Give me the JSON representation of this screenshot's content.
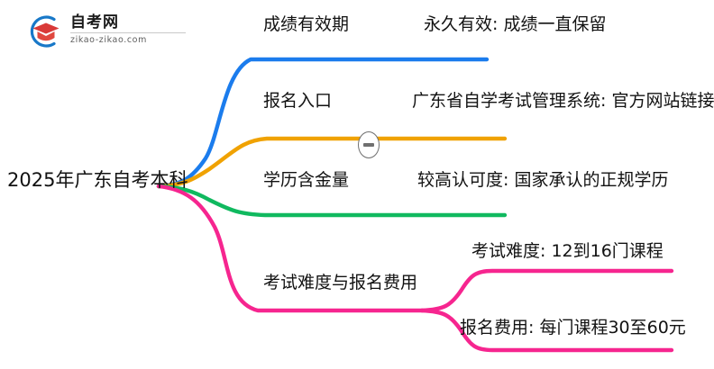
{
  "logo": {
    "title": "自考网",
    "domain": "zikao-zikao.com",
    "mark_icon": "graduation-cap-in-circle-icon",
    "arc_color": "#1878c8",
    "cap_color": "#d93a38"
  },
  "mindmap": {
    "root": {
      "label": "2025年广东自考本科"
    },
    "branches": [
      {
        "id": "score-validity",
        "label": "成绩有效期",
        "color": "#1b7ced",
        "leaves": [
          {
            "id": "score-validity-detail",
            "label": "永久有效: 成绩一直保留"
          }
        ]
      },
      {
        "id": "registration-entry",
        "label": "报名入口",
        "color": "#f0a202",
        "leaves": [
          {
            "id": "registration-entry-detail",
            "label": "广东省自学考试管理系统: 官方网站链接"
          }
        ]
      },
      {
        "id": "degree-value",
        "label": "学历含金量",
        "color": "#10b95f",
        "leaves": [
          {
            "id": "degree-value-detail",
            "label": "较高认可度: 国家承认的正规学历"
          }
        ]
      },
      {
        "id": "difficulty-and-fee",
        "label": "考试难度与报名费用",
        "color": "#f6258f",
        "leaves": [
          {
            "id": "exam-difficulty-detail",
            "label": "考试难度: 12到16门课程"
          },
          {
            "id": "registration-fee-detail",
            "label": "报名费用: 每门课程30至60元"
          }
        ]
      }
    ],
    "collapse_toggle": {
      "icon": "minus-icon",
      "state": "expanded"
    }
  }
}
